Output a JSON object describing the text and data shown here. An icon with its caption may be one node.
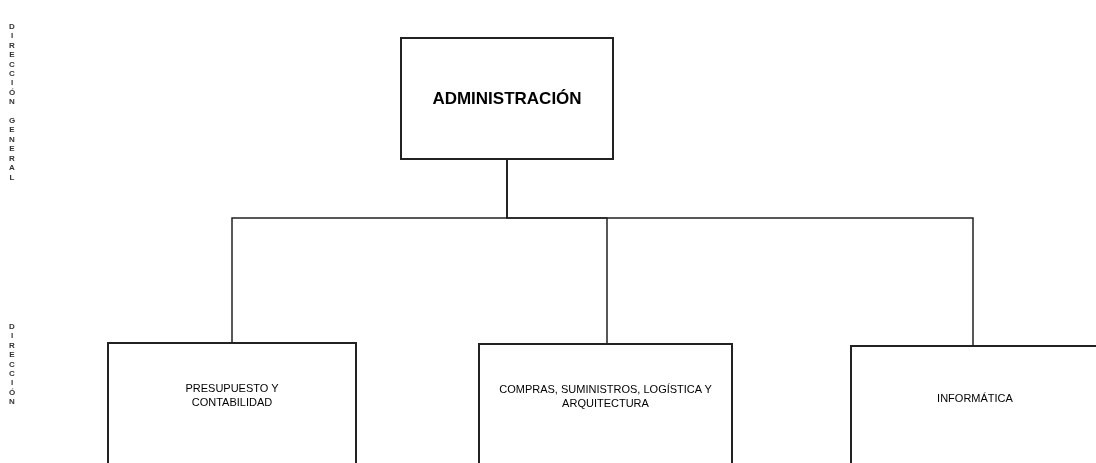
{
  "diagram": {
    "nodes": [
      {
        "text": [
          "ADMINISTRACIÓN"
        ]
      },
      {
        "text": [
          "PRESUPUESTO Y CONTABILIDAD"
        ]
      },
      {
        "text": [
          "COMPRAS, SUMINISTROS, LOGÍSTICA Y ARQUITECTURA"
        ]
      },
      {
        "text": [
          "INFORMÁTICA"
        ]
      }
    ],
    "edges": [
      {
        "from": 0,
        "to": 1,
        "arrow": "none"
      },
      {
        "from": 0,
        "to": 2,
        "arrow": "none"
      },
      {
        "from": 0,
        "to": 3,
        "arrow": "none"
      }
    ],
    "labels": [
      "DIRECCIÓN GENERAL",
      "DIRECCIÓN"
    ]
  }
}
